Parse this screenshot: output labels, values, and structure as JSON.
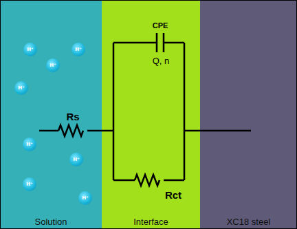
{
  "diagram": {
    "nodes": [
      {
        "text": [
          "Solution"
        ]
      },
      {
        "text": [
          "Interface"
        ]
      },
      {
        "text": [
          "XC18 steel"
        ]
      },
      {
        "text": [
          "H⁺"
        ],
        "in": 0
      },
      {
        "text": [
          "H⁺"
        ],
        "in": 0
      },
      {
        "text": [
          "H⁺"
        ],
        "in": 0
      },
      {
        "text": [
          "H⁺"
        ],
        "in": 0
      },
      {
        "text": [
          "H⁺"
        ],
        "in": 0
      },
      {
        "text": [
          "H⁺"
        ],
        "in": 0
      },
      {
        "text": [
          "H⁺"
        ],
        "in": 0
      },
      {
        "text": [
          "H⁺"
        ],
        "in": 0
      }
    ],
    "labels": [
      "Rs",
      "CPE",
      "Q, n",
      "Rct"
    ]
  }
}
